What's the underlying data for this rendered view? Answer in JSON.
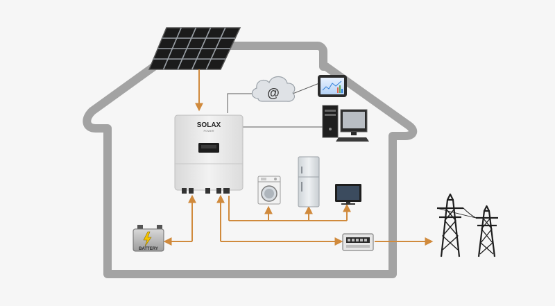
{
  "inverter": {
    "brand": "SOLAX",
    "sub_brand": "POWER"
  },
  "battery": {
    "label": "BATTERY"
  },
  "cloud": {
    "symbol": "@"
  },
  "colors": {
    "background": "#f6f6f6",
    "house_outline": "#a3a3a3",
    "power_arrow": "#d08a3c",
    "data_line": "#5a5a5a",
    "solar_panel": "#1b1b1b",
    "inverter_body": "#e8e8e8"
  },
  "icons": [
    "solar-panel-icon",
    "inverter-icon",
    "cloud-internet-icon",
    "tablet-icon",
    "desktop-computer-icon",
    "washing-machine-icon",
    "refrigerator-icon",
    "television-icon",
    "battery-icon",
    "energy-meter-icon",
    "power-pylon-icon"
  ]
}
